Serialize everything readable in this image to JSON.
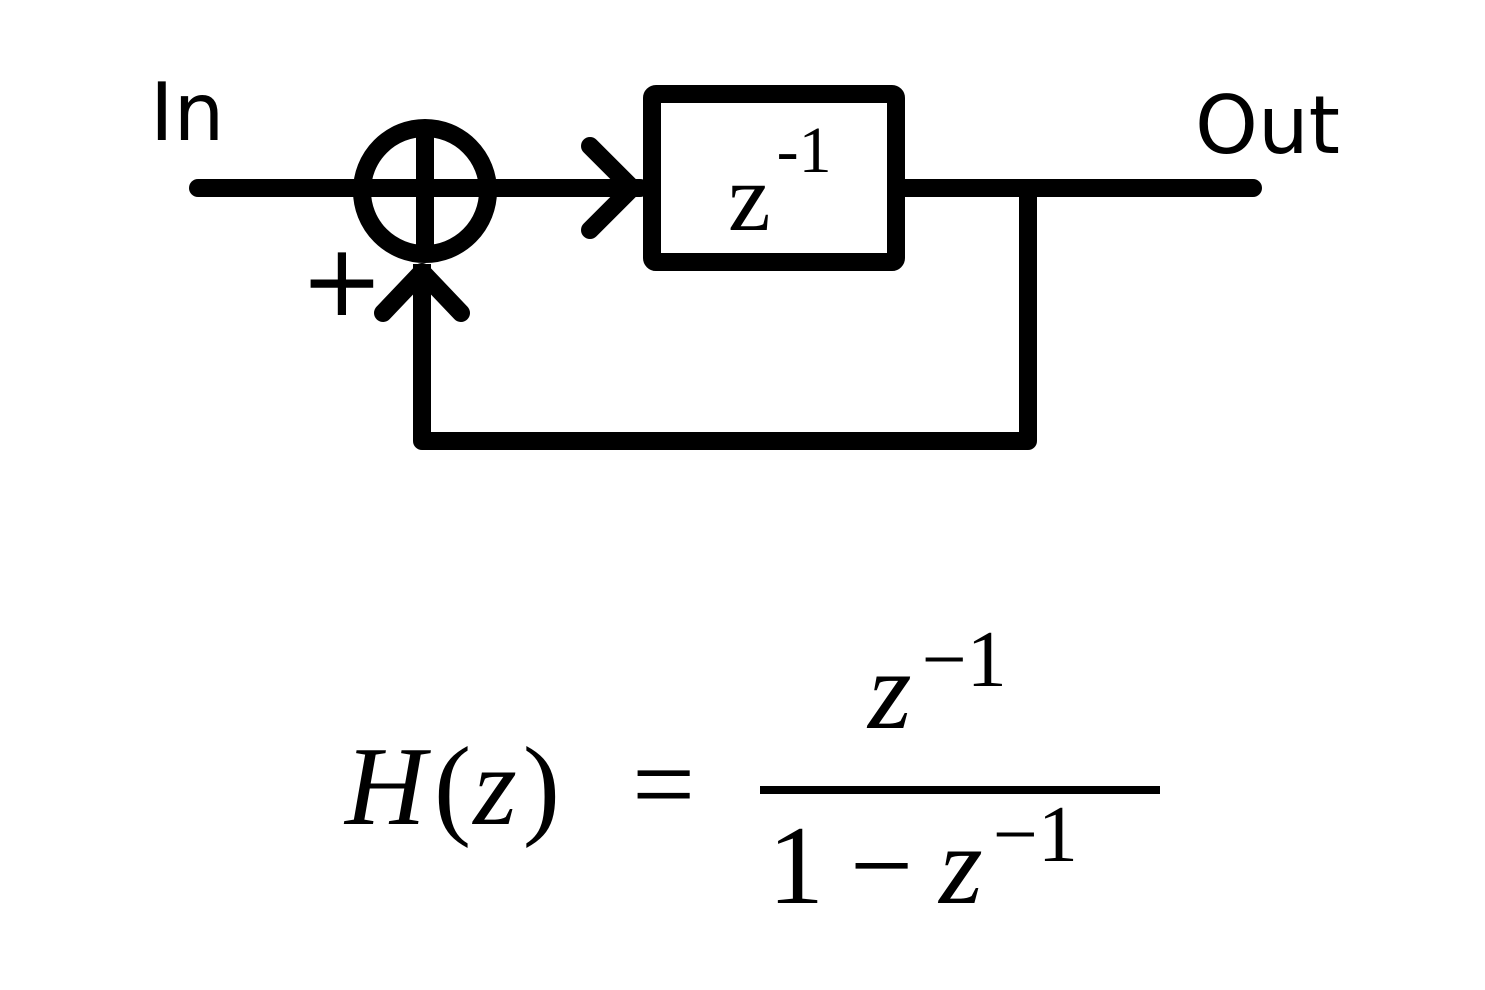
{
  "diagram": {
    "input_label": "In",
    "output_label": "Out",
    "sum_sign": "+",
    "delay_block": {
      "base": "z",
      "exponent": "-1"
    }
  },
  "equation": {
    "lhs_function": "H",
    "lhs_open_paren": "(",
    "lhs_variable": "z",
    "lhs_close_paren": ")",
    "equals": "=",
    "numerator": {
      "base": "z",
      "exponent": "−1"
    },
    "denominator": {
      "one": "1",
      "minus": "−",
      "base": "z",
      "exponent": "−1"
    }
  },
  "colors": {
    "stroke": "#000000",
    "background": "#ffffff"
  }
}
